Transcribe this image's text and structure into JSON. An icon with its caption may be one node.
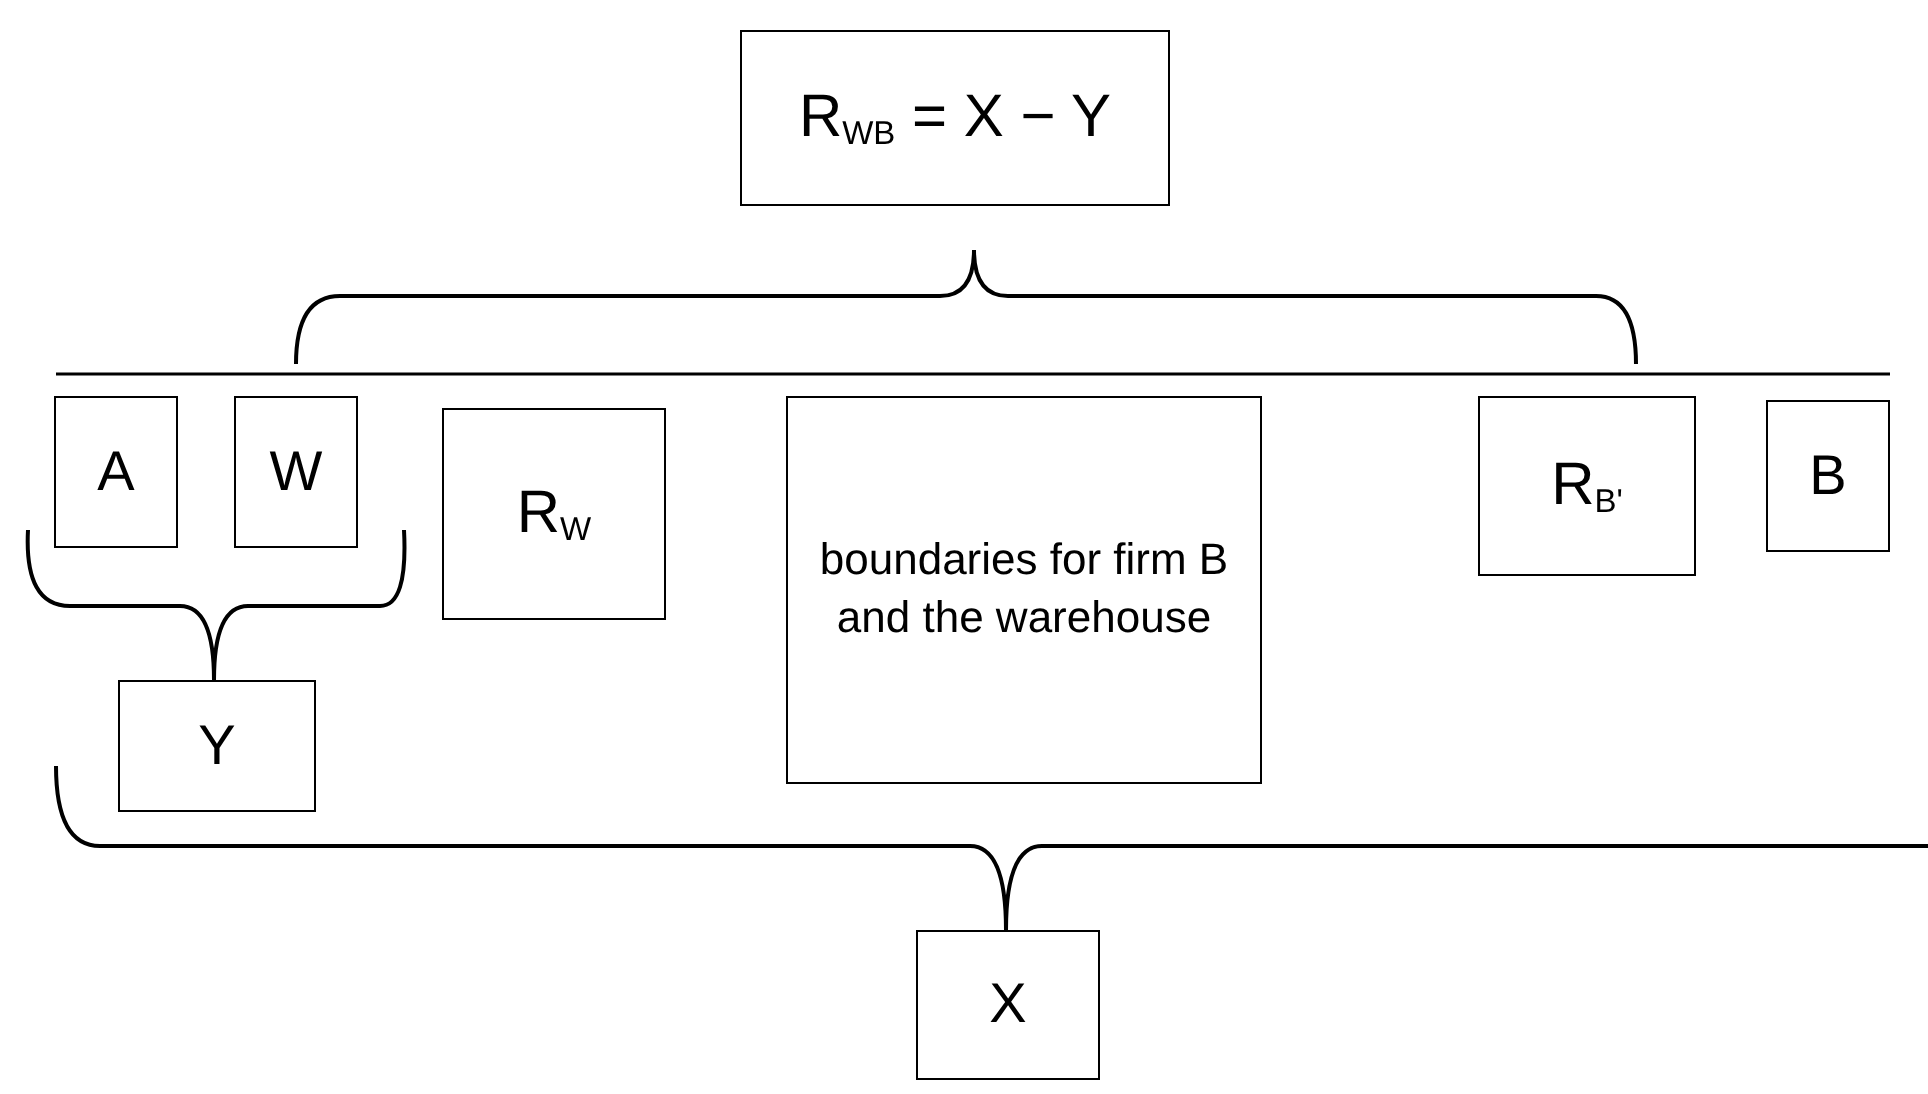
{
  "diagram": {
    "nodes": [
      {
        "text": [
          "R$_{WB}$ = X − Y"
        ]
      },
      {
        "text": [
          "A"
        ]
      },
      {
        "text": [
          "W"
        ]
      },
      {
        "text": [
          "R$_{W}$"
        ]
      },
      {
        "text": [
          "boundaries for firm B and the warehouse"
        ]
      },
      {
        "text": [
          "R$_{B'}$"
        ]
      },
      {
        "text": [
          "B"
        ]
      },
      {
        "text": [
          "Y"
        ]
      },
      {
        "text": [
          "X"
        ]
      }
    ]
  }
}
